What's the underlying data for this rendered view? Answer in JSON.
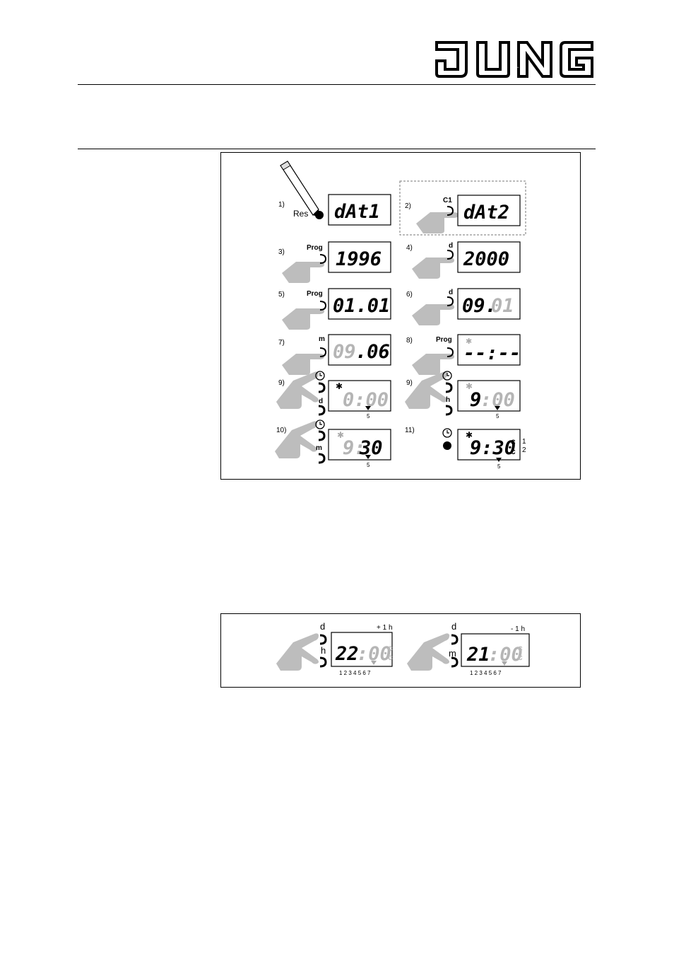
{
  "header": {
    "logo_text": "JUNG"
  },
  "figure1": {
    "steps": [
      {
        "id": "1)",
        "button": "Res",
        "display": "dAt1"
      },
      {
        "id": "2)",
        "button": "C1",
        "display": "dAt2"
      },
      {
        "id": "3)",
        "button": "Prog",
        "display": "1996"
      },
      {
        "id": "4)",
        "button": "d",
        "display": "2000"
      },
      {
        "id": "5)",
        "button": "Prog",
        "display": "01.01"
      },
      {
        "id": "6)",
        "button": "d",
        "display_main": "09.",
        "display_dim": "01"
      },
      {
        "id": "7)",
        "button": "m",
        "display_dim": "09",
        "display_main": ".06"
      },
      {
        "id": "8)",
        "button": "Prog",
        "display": "--:--"
      },
      {
        "id": "9)",
        "button": "d",
        "display": "0:00",
        "day_marker": "5"
      },
      {
        "id": "9)",
        "button": "h",
        "display_main": "9",
        "display_dim": ":00",
        "day_marker": "5"
      },
      {
        "id": "10)",
        "button": "m",
        "display_dim": "9:",
        "display_main": "30",
        "day_marker": "5"
      },
      {
        "id": "11)",
        "display": "9:30",
        "day_marker": "5",
        "channel_1": "1",
        "channel_2": "2"
      }
    ]
  },
  "figure2": {
    "panels": [
      {
        "btn_top": "d",
        "btn_bottom": "h",
        "offset": "+ 1 h",
        "display_main": "22",
        "display_dim": ":00",
        "days": "1 2 3 4 5 6 7"
      },
      {
        "btn_top": "d",
        "btn_bottom": "m",
        "offset": "- 1 h",
        "display_main": "21",
        "display_dim": ":00",
        "days": "1 2 3 4 5 6 7"
      }
    ]
  }
}
